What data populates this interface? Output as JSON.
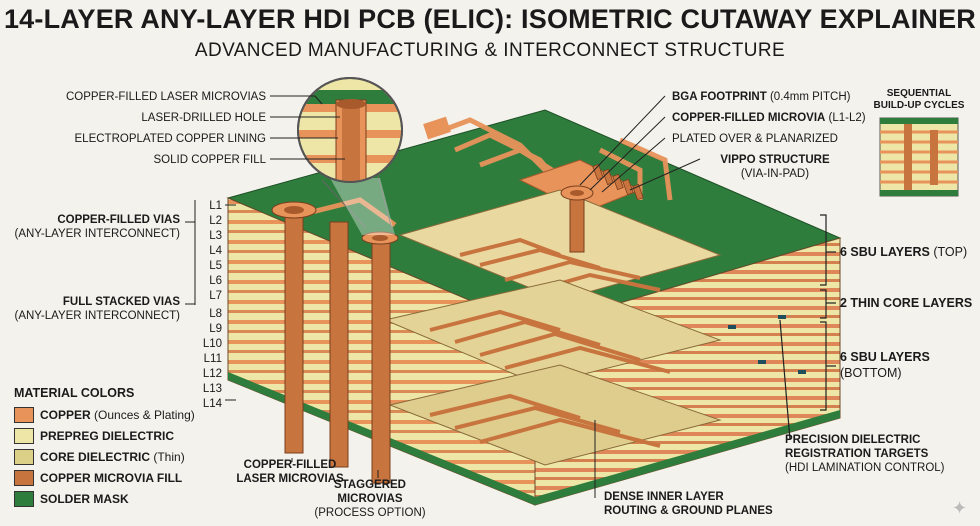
{
  "header": {
    "title": "14-LAYER ANY-LAYER HDI PCB (ELIC): ISOMETRIC CUTAWAY EXPLAINER",
    "subtitle": "ADVANCED MANUFACTURING & INTERCONNECT STRUCTURE"
  },
  "zoom_callout": {
    "title": "COPPER-FILLED LASER MICROVIAS",
    "items": [
      "LASER-DRILLED HOLE",
      "ELECTROPLATED COPPER LINING",
      "SOLID COPPER FILL"
    ]
  },
  "left_labels": {
    "vias_title": "COPPER-FILLED VIAS",
    "vias_sub": "(ANY-LAYER INTERCONNECT)",
    "stacked_title": "FULL STACKED VIAS",
    "stacked_sub": "(ANY-LAYER INTERCONNECT)"
  },
  "layers": [
    "L1",
    "L2",
    "L3",
    "L4",
    "L5",
    "L6",
    "L7",
    "L8",
    "L9",
    "L10",
    "L11",
    "L12",
    "L13",
    "L14"
  ],
  "top_labels": {
    "bga_title": "BGA FOOTPRINT",
    "bga_sub": "(0.4mm PITCH)",
    "microvia_title": "COPPER-FILLED MICROVIA",
    "microvia_sub": "(L1-L2)",
    "plated": "PLATED OVER & PLANARIZED",
    "vippo_title": "VIPPO STRUCTURE",
    "vippo_sub": "(VIA-IN-PAD)"
  },
  "inset": {
    "title_line1": "SEQUENTIAL",
    "title_line2": "BUILD-UP CYCLES"
  },
  "right_labels": {
    "sbu_top_bold": "6 SBU LAYERS",
    "sbu_top_light": "(TOP)",
    "core": "2 THIN CORE LAYERS",
    "sbu_bottom_bold": "6 SBU LAYERS",
    "sbu_bottom_light": "(BOTTOM)",
    "targets_title_1": "PRECISION DIELECTRIC",
    "targets_title_2": "REGISTRATION TARGETS",
    "targets_sub": "(HDI LAMINATION CONTROL)"
  },
  "bottom_labels": {
    "laser_1": "COPPER-FILLED",
    "laser_2": "LASER MICROVIAS",
    "staggered_1": "STAGGERED",
    "staggered_2": "MICROVIAS",
    "staggered_sub": "(PROCESS OPTION)",
    "dense_1": "DENSE INNER LAYER",
    "dense_2": "ROUTING & GROUND PLANES"
  },
  "legend": {
    "title": "MATERIAL COLORS",
    "items": [
      {
        "label": "COPPER",
        "note": "(Ounces & Plating)",
        "color": "#e8935a"
      },
      {
        "label": "PREPREG DIELECTRIC",
        "note": "",
        "color": "#ede6a6"
      },
      {
        "label": "CORE DIELECTRIC",
        "note": "(Thin)",
        "color": "#dccf88"
      },
      {
        "label": "COPPER MICROVIA FILL",
        "note": "",
        "color": "#c8743f"
      },
      {
        "label": "SOLDER MASK",
        "note": "",
        "color": "#2f7d3d"
      }
    ]
  },
  "colors": {
    "copper": "#e8935a",
    "prepreg": "#ede6a6",
    "core": "#dccf88",
    "via_fill": "#c8743f",
    "solder_mask": "#2f7d3d"
  }
}
